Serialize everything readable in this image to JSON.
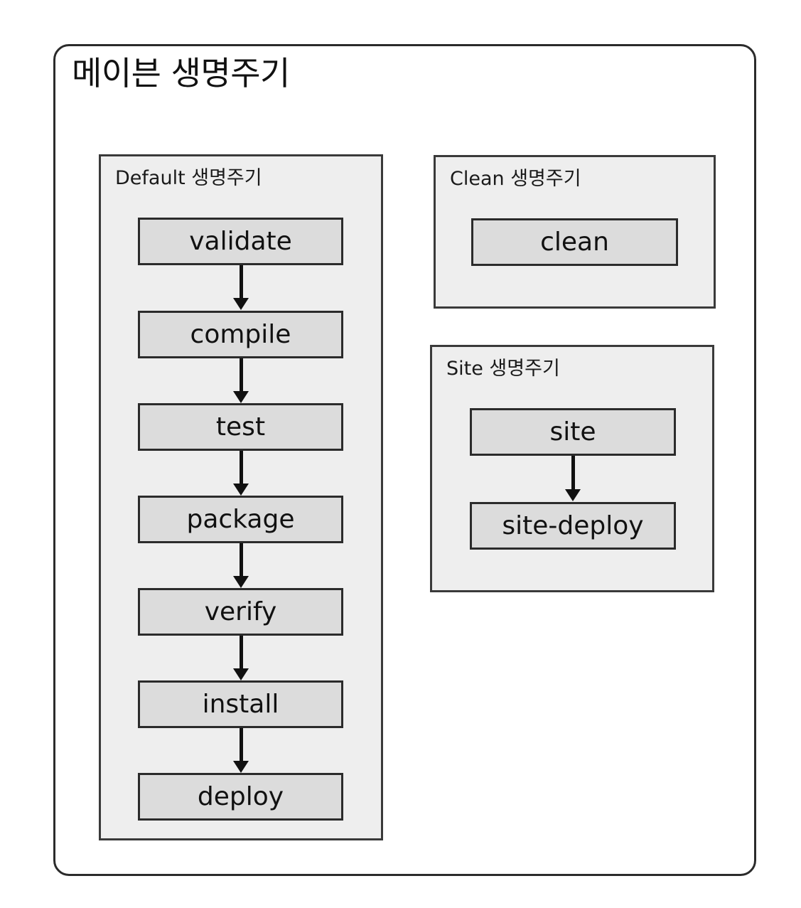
{
  "diagram": {
    "title": "메이븐 생명주기",
    "groups": [
      {
        "id": "default",
        "label": "Default 생명주기",
        "phases": [
          {
            "label": "validate"
          },
          {
            "label": "compile"
          },
          {
            "label": "test"
          },
          {
            "label": "package"
          },
          {
            "label": "verify"
          },
          {
            "label": "install"
          },
          {
            "label": "deploy"
          }
        ]
      },
      {
        "id": "clean",
        "label": "Clean 생명주기",
        "phases": [
          {
            "label": "clean"
          }
        ]
      },
      {
        "id": "site",
        "label": "Site 생명주기",
        "phases": [
          {
            "label": "site"
          },
          {
            "label": "site-deploy"
          }
        ]
      }
    ]
  },
  "colors": {
    "page_background": "#ffffff",
    "frame_border": "#2b2b2b",
    "panel_background": "#eeeeee",
    "panel_border": "#3a3a3a",
    "box_background": "#dcdcdc",
    "box_border": "#2b2b2b",
    "arrow": "#111111",
    "text": "#111111"
  }
}
